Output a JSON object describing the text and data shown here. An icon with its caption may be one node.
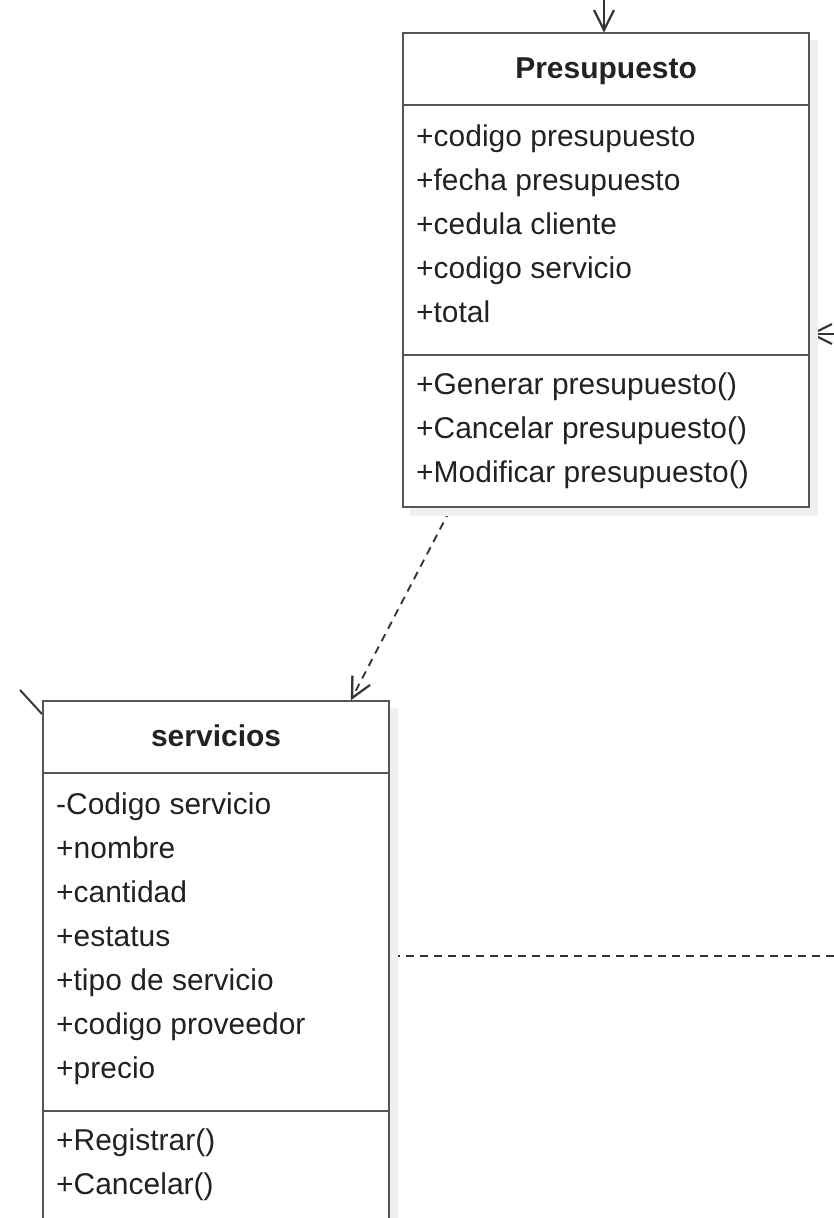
{
  "diagram": {
    "nodes": [
      {
        "text": [
          "Presupuesto",
          "+codigo presupuesto +fecha presupuesto +cedula cliente +codigo servicio +total",
          "+Generar presupuesto() +Cancelar presupuesto() +Modificar presupuesto()"
        ]
      },
      {
        "text": [
          "servicios",
          "-Codigo servicio +nombre +cantidad +estatus +tipo de servicio +codigo proveedor +precio",
          "+Registrar() +Cancelar()"
        ]
      }
    ],
    "edges": [
      {
        "from": null,
        "to": 0,
        "arrow": "to"
      },
      {
        "from": null,
        "to": 0,
        "arrow": "to"
      },
      {
        "from": 0,
        "to": 1,
        "arrow": "to",
        "style": "dashed"
      },
      {
        "from": null,
        "to": 1,
        "arrow": "none"
      },
      {
        "from": 1,
        "to": null,
        "arrow": "none",
        "style": "dashed"
      }
    ]
  }
}
